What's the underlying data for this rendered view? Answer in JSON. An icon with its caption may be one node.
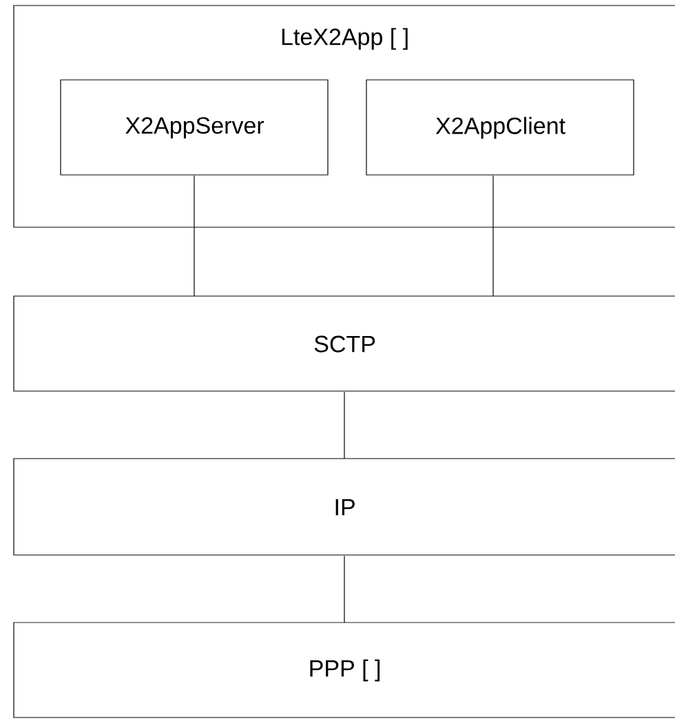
{
  "diagram": {
    "nodes": [
      {
        "text": [
          "LteX2App [ ]"
        ]
      },
      {
        "text": [
          "X2AppServer"
        ],
        "in": 0
      },
      {
        "text": [
          "X2AppClient"
        ],
        "in": 0
      },
      {
        "text": [
          "SCTP"
        ]
      },
      {
        "text": [
          "IP"
        ]
      },
      {
        "text": [
          "PPP [ ]"
        ]
      }
    ],
    "edges": [
      {
        "from": 1,
        "to": 3,
        "arrow": "none"
      },
      {
        "from": 2,
        "to": 3,
        "arrow": "none"
      },
      {
        "from": 3,
        "to": 4,
        "arrow": "none"
      },
      {
        "from": 4,
        "to": 5,
        "arrow": "none"
      }
    ]
  }
}
